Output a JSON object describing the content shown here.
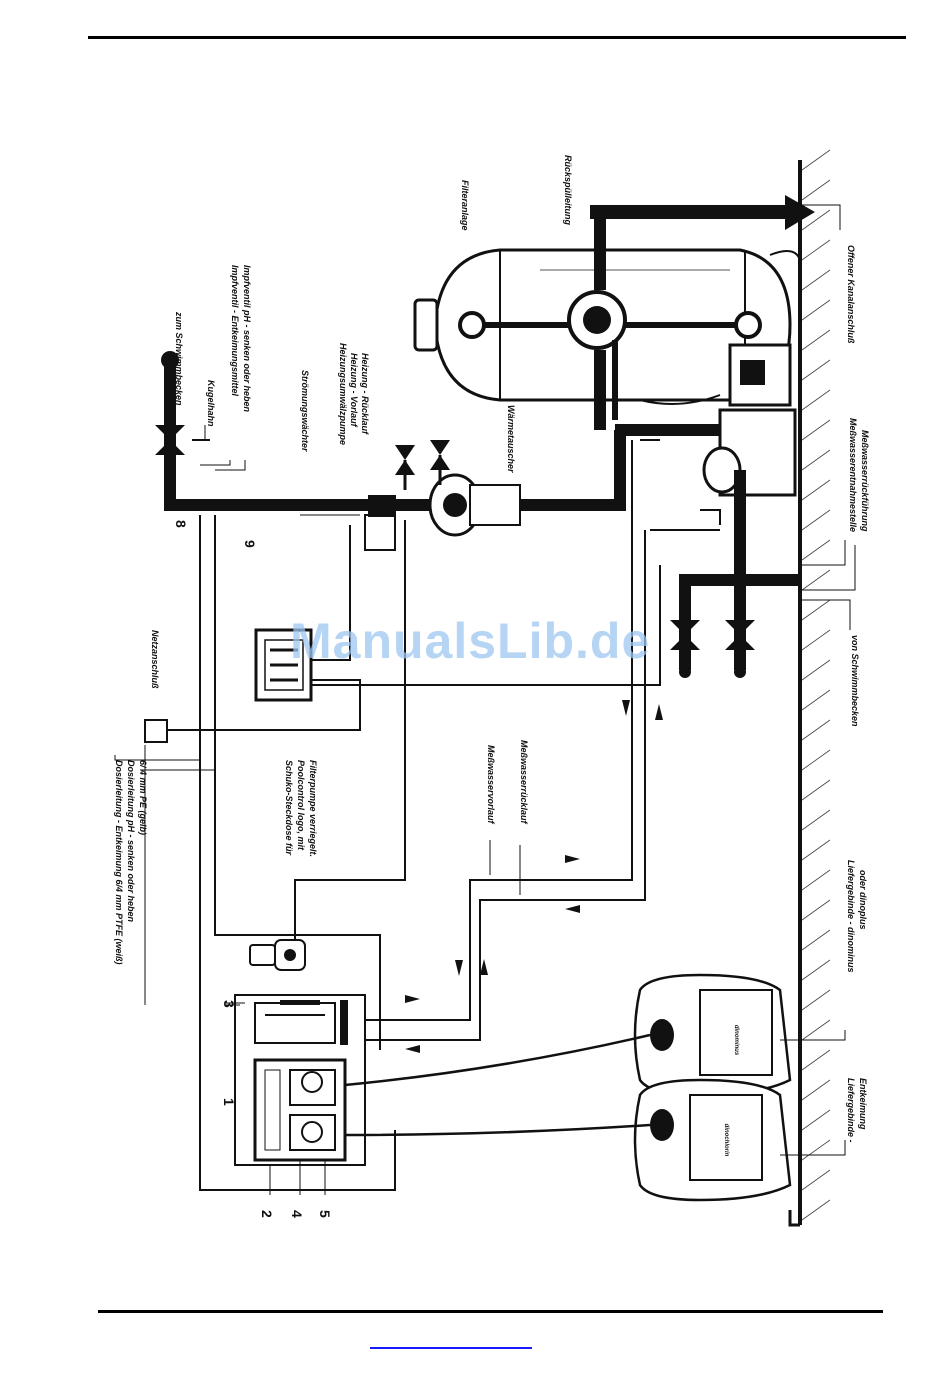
{
  "labels": {
    "kugelhahn": "Kugelhahn",
    "zum_schwimmbecken": "zum\nSchwimmbecken",
    "impfventil_1": "Impfventil - Entkeimungsmittel",
    "impfventil_2": "Impfventil pH - senken oder heben",
    "stroemungswaechter": "Strömungswächter",
    "heizung_1": "Heizungsumwälzpumpe",
    "heizung_2": "Heizung - Vorlauf",
    "heizung_3": "Heizung - Rücklauf",
    "waermetauscher": "Wärmetauscher",
    "filteranlage": "Filteranlage",
    "rueckspuelleitung": "Rückspülleitung",
    "offener_kanalanschluss": "Offener Kanalanschluß",
    "messwasserentnahme": "Meßwasserentnahmestelle",
    "messwasserrueckfuehrung": "Meßwasserrückführung",
    "von_schwimmbecken": "von Schwimmbecken",
    "netzanschluss": "Netzanschluß",
    "dosier_1": "Dosierleitung - Entkeimung 6/4 mm PTFE (weiß)",
    "dosier_2": "Dosierleitung pH - senken oder heben",
    "dosier_3": "6/ 4 mm PE (gelb)",
    "schuko_1": "Schuko-Steckdose für",
    "schuko_2": "Poolcontrol logo, mit",
    "schuko_3": "Filterpumpe verriegelt.",
    "messwasservorlauf": "Meßwasservorlauf",
    "messwasserruecklauf": "Meßwasserrücklauf",
    "liefergebinde_dinominus_1": "Liefergebinde - dinominus",
    "liefergebinde_dinominus_2": "oder dinoplus",
    "liefergebinde_entkeimung_1": "Liefergebinde -",
    "liefergebinde_entkeimung_2": "Entkeimung",
    "canister_1": "dinominus",
    "canister_2": "dinochlorin"
  },
  "numbers": {
    "n1": "1",
    "n2": "2",
    "n3": "3",
    "n4": "4",
    "n5": "5",
    "n8": "8",
    "n9": "9"
  },
  "watermark": "ManualsLib.de",
  "colors": {
    "line": "#111111",
    "watermark": "#9ec6f0",
    "link": "#1a1aff"
  }
}
